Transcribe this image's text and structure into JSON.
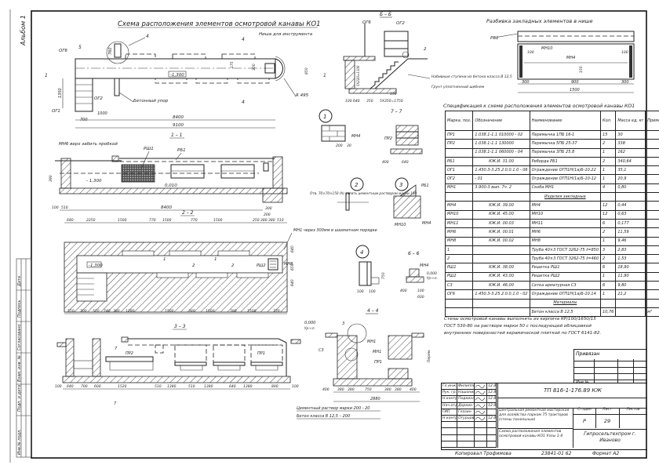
{
  "album_label": "Альбом 1",
  "plan": {
    "title": "Схема расположения элементов осмотровой канавы КО1",
    "labels": {
      "og6": "ОГ6",
      "og2": "ОГ2",
      "og1": "ОГ1",
      "nisha": "Ниша для инструмента",
      "beton_upor": "Бетонный упор",
      "r495": "R 495",
      "level": "-1,300",
      "sec4": "4",
      "sec1": "1",
      "sec5": "5"
    },
    "dims": {
      "d760": "760",
      "d1350": "1350",
      "d1000": "1000",
      "d700": "700",
      "d8400": "8400",
      "d9100": "9100",
      "d175": "175",
      "d300": "300",
      "d850": "850"
    }
  },
  "sec_b": {
    "title": "Б – Б",
    "labels": {
      "og6": "ОГ6",
      "og2": "ОГ2",
      "callout": "2",
      "steps": "Набивные ступени из бетона класса В 12,5",
      "soil": "Грунт уплотненный щебнем"
    },
    "dims": {
      "d100": "100",
      "d640": "640",
      "d350": "350",
      "d5x350": "5Х350=1750",
      "d150": "150",
      "d5x220": "5Х220=1100"
    }
  },
  "niche": {
    "title": "Разбивка закладных элементов в нише",
    "labels": {
      "rb1": "РБ1",
      "mn10": "МН10",
      "mn4": "МН4",
      "d100a": "100",
      "d100b": "100",
      "d150": "150"
    },
    "dims": {
      "d300a": "300",
      "d900": "900",
      "d300b": "300",
      "d1500": "1500"
    }
  },
  "sec11": {
    "title": "1 – 1",
    "labels": {
      "mn6": "МН6 верх забить пробкой",
      "rsh1": "РШ1",
      "rb1": "РБ1",
      "lvl": "- 1,300",
      "slope": "0,010"
    },
    "dims": {
      "d100": "100",
      "d510": "510",
      "d8400": "8400",
      "d390": "390",
      "d300": "300",
      "d200": "200"
    }
  },
  "sec22": {
    "title": "2 – 2",
    "labels": {
      "mn1": "МН1 через 300мм в шахматном порядке",
      "rsh2": "РШ2",
      "mn8": "МН8",
      "lvl": "-1,300",
      "c2a": "2",
      "c2b": "2",
      "c1a": "1",
      "c1b": "1"
    },
    "dims_top": [
      "640",
      "2250",
      "1500",
      "770",
      "1500",
      "770",
      "1500",
      "250",
      "380",
      "380",
      "510"
    ],
    "dims_bottom": [
      "510",
      "700",
      "510",
      "740",
      "380",
      "1280",
      "1500",
      "380",
      "1500",
      "380",
      "1500",
      "770"
    ],
    "dims_right": [
      "640",
      "650",
      "640"
    ]
  },
  "sec33": {
    "title": "3 – 3",
    "labels": {
      "pr2": "ПР2",
      "pr1": "ПР1",
      "s7": "7"
    },
    "dims": [
      "100",
      "640",
      "700",
      "600",
      "1520",
      "510",
      "1380",
      "510",
      "1380",
      "640",
      "1380",
      "890",
      "100"
    ]
  },
  "det1": {
    "num": "1",
    "label": "МН4",
    "d200": "200",
    "d30": "30"
  },
  "det2": {
    "num": "2",
    "note": "Отв. 70×70×150 (h) залить цементным раствором марки 100"
  },
  "det3": {
    "num": "3",
    "rb1": "РБ1",
    "mn10": "МН10",
    "mn4": "МН4"
  },
  "det4": {
    "num": "4",
    "d100a": "100",
    "d100b": "100",
    "d750": "750"
  },
  "sec77": {
    "title": "7 – 7",
    "pr2": "ПР2",
    "d400": "400",
    "d640": "640"
  },
  "sec66": {
    "title": "6 – 6",
    "mn4": "МН4",
    "lvl": "0,000",
    "lvl_note": "Ур.ч.п.",
    "d400": "400",
    "d100a": "100",
    "d600": "600"
  },
  "sec44": {
    "title": "4 – 4",
    "labels": {
      "lvl": "0,000",
      "lvl_note": "Ур.ч.п.",
      "c3": "С3",
      "mn1a": "МН1",
      "mn1b": "МН1",
      "pr1": "ПР1",
      "call3": "3",
      "var": "Перем."
    },
    "dims": [
      "400",
      "380",
      "380",
      "750",
      "380",
      "380",
      "400"
    ],
    "total": "2880",
    "note1": "Цементный раствор марки 200 - 20",
    "note2": "Бетон класса В 12,5 – 200"
  },
  "spec": {
    "title": "Спецификация к схеме расположения элементов осмотровой канавы КО1",
    "headers": [
      "Марка, поз.",
      "Обозначение",
      "Наименование",
      "Кол.",
      "Масса ед, кг",
      "Примеч."
    ],
    "rows": [
      [
        "ПР1",
        "1.038.1-1.1 010000 - 02",
        "Перемычка 1ПБ 16-1",
        "15",
        "30",
        ""
      ],
      [
        "ПР2",
        "1.038.1-1.1 130000",
        "Перемычка 5ПБ 25-37",
        "2",
        "338",
        ""
      ],
      [
        "",
        "1.038.1-1.1 060000 - 04",
        "Перемычка 3ПБ 25.8",
        "1",
        "162",
        ""
      ],
      [
        "РБ1",
        "КЖ.И. 31.00",
        "Реборда РБ1",
        "2",
        "340,64",
        ""
      ],
      [
        "ОГ1",
        "1.450.3-3.25.2.0.0.1.0 - 06",
        "Ограждение ОГП1Н(1а)Б-10.22",
        "1",
        "35,1",
        ""
      ],
      [
        "ОГ2",
        "- 01",
        "Ограждение ОГП1Н(1а)Б-10-12",
        "1",
        "20,9",
        ""
      ],
      [
        "МН1",
        "3.900-3 вып. 7ч. 2",
        "Скоба МН1",
        "4",
        "0,80",
        ""
      ],
      [
        "",
        "",
        "Изделия закладные",
        "",
        "",
        ""
      ],
      [
        "МН4",
        "КЖ.И. 39.00",
        "МН4",
        "12",
        "0,44",
        ""
      ],
      [
        "МН10",
        "КЖ.И. 45.00",
        "МН10",
        "12",
        "0,63",
        ""
      ],
      [
        "МН11",
        "КЖ.И. 00.03",
        "МН11",
        "6",
        "0,177",
        ""
      ],
      [
        "МН6",
        "КЖ.И. 00.01",
        "МН6",
        "2",
        "11,59",
        ""
      ],
      [
        "МН8",
        "КЖ.И. 00.02",
        "МН8",
        "1",
        "9,46",
        ""
      ],
      [
        "1",
        "",
        "Труба 40×3 ГОСТ 3262-75 ℓ=850",
        "3",
        "2,83",
        ""
      ],
      [
        "2",
        "",
        "Труба 40×3 ГОСТ 3262-75 ℓ=460",
        "2",
        "1,53",
        ""
      ],
      [
        "РШ1",
        "КЖ.И. 38.00",
        "Решетка РШ1",
        "6",
        "18,90",
        ""
      ],
      [
        "РШ2",
        "КЖ.И. 43.00",
        "Решетка РШ2",
        "1",
        "11,90",
        ""
      ],
      [
        "С3",
        "КЖ.И. 46.00",
        "Сетка арматурная С3",
        "6",
        "9,80",
        ""
      ],
      [
        "ОГ6",
        "1.450.3-3.25.2.0.0.1.0 - 02",
        "Ограждение ОГП1Н(1а)Б-10.14",
        "1",
        "21,2",
        ""
      ],
      [
        "",
        "",
        "Материалы",
        "",
        "",
        ""
      ],
      [
        "",
        "",
        "Бетон класса В 12,5",
        "10,76",
        "",
        "м³"
      ]
    ]
  },
  "notes": "Стены осмотровой канавы выполнять из кирпича КР/100/1650/15 ГОСТ 530-80 на растворе марки 50 с последующей облицовкой внутренних поверхностей керамической плиткой по ГОСТ 6141-82.",
  "notes_lines": [
    "Стены осмотровой канавы выполнять из кирпича КР/100/1650/15",
    "ГОСТ 530-80 на растворе марки 50 с последующей облицовкой",
    "внутренних поверхностей керамической плиткой по ГОСТ 6141-82."
  ],
  "privyazan": {
    "label": "Привязан",
    "inv": "Инв.№"
  },
  "stamp": {
    "roles": [
      "Гл.инж.",
      "Рук. гр.",
      "Н.контр.",
      "Нач.отд.",
      "ГИП",
      "Н.контр."
    ],
    "names": [
      "Филиппов",
      "Нашонин",
      "Подкина",
      "Доркин",
      "Глазин",
      "Огурцова"
    ],
    "dates": [
      "12.88",
      "12.88",
      "12.88",
      "12.88",
      "",
      "12.88"
    ],
    "code": "ТП 816-1-176.89 КЖ",
    "project": "Центральная ремонтная мастерская для хозяйства парком 75 тракторов (стены панельные)",
    "sheet_title": "Схема расположения элементов осмотровой канавы КО1 Узлы 1-4",
    "stage_h": "Стадия",
    "sheet_h": "Лист",
    "sheets_h": "Листов",
    "stage": "Р",
    "sheet": "29",
    "sheets": "",
    "org": "Гипросельтехпром г. Иваново"
  },
  "footer": {
    "copied": "Копировал Трофимова",
    "number": "23841-01 62",
    "format": "Формат А2"
  },
  "side_stamp": [
    "Инв.№ подл.",
    "Подп. и дата",
    "Взам. инв. №",
    "Согласовано",
    "Подпись",
    "Дата"
  ]
}
